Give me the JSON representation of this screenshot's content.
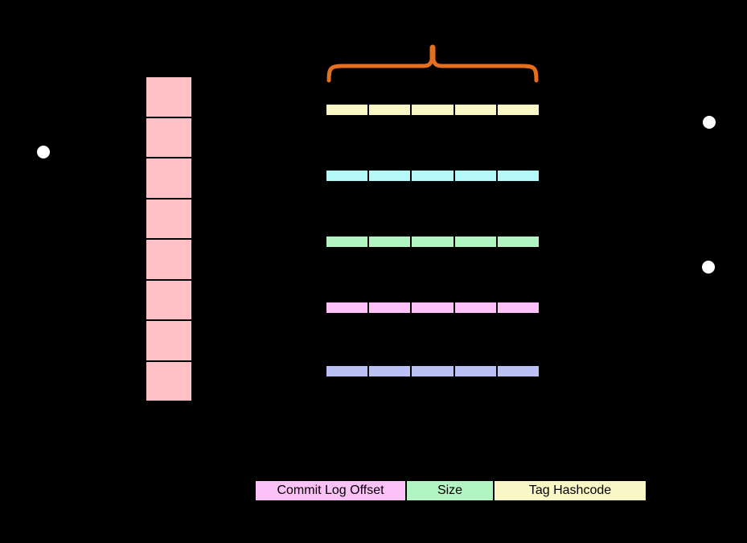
{
  "diagram": {
    "slot_column": {
      "cell_count": 8,
      "fill": "#FFC0C6"
    },
    "index_rows": [
      {
        "fill": "#FAF7C7",
        "segment_count": 5
      },
      {
        "fill": "#B5F8F8",
        "segment_count": 5
      },
      {
        "fill": "#B3F5C2",
        "segment_count": 5
      },
      {
        "fill": "#FCC2F7",
        "segment_count": 5
      },
      {
        "fill": "#BBC0F5",
        "segment_count": 5
      }
    ],
    "brace": {
      "color": "#E2701E"
    },
    "bullet_dots": {
      "count": 3,
      "color": "#FFFFFF"
    },
    "legend": {
      "items": [
        {
          "label": "Commit Log Offset",
          "fill": "#FCC2F7"
        },
        {
          "label": "Size",
          "fill": "#B3F5C2"
        },
        {
          "label": "Tag Hashcode",
          "fill": "#FAF7C7"
        }
      ]
    },
    "colors": {
      "background": "#000000",
      "border": "#000000",
      "text": "#000000"
    }
  }
}
